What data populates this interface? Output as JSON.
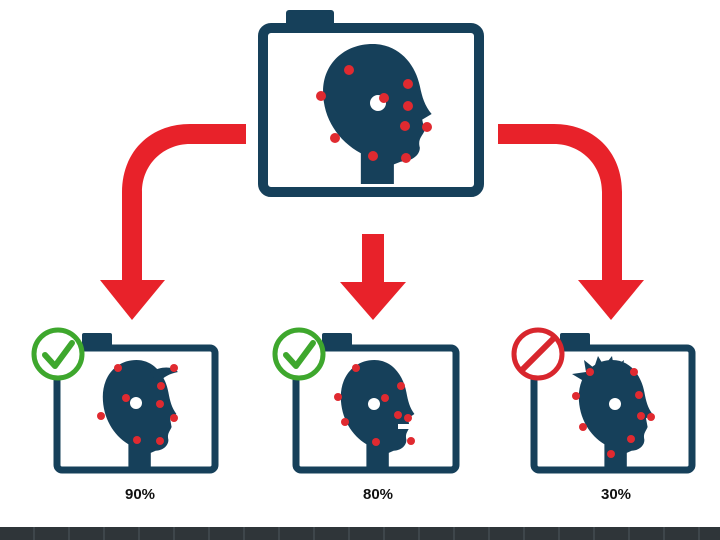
{
  "colors": {
    "frame": "#16405a",
    "head": "#16405a",
    "arrow": "#e8222a",
    "dot": "#e02a30",
    "accept": "#3ea72d",
    "reject": "#d8262d"
  },
  "source": {
    "icon": "camera-face-icon"
  },
  "results": [
    {
      "id": "result-1",
      "percent": "90%",
      "status": "accepted",
      "badge_icon": "checkmark-circle-icon"
    },
    {
      "id": "result-2",
      "percent": "80%",
      "status": "accepted",
      "badge_icon": "checkmark-circle-icon"
    },
    {
      "id": "result-3",
      "percent": "30%",
      "status": "rejected",
      "badge_icon": "prohibited-icon"
    }
  ]
}
